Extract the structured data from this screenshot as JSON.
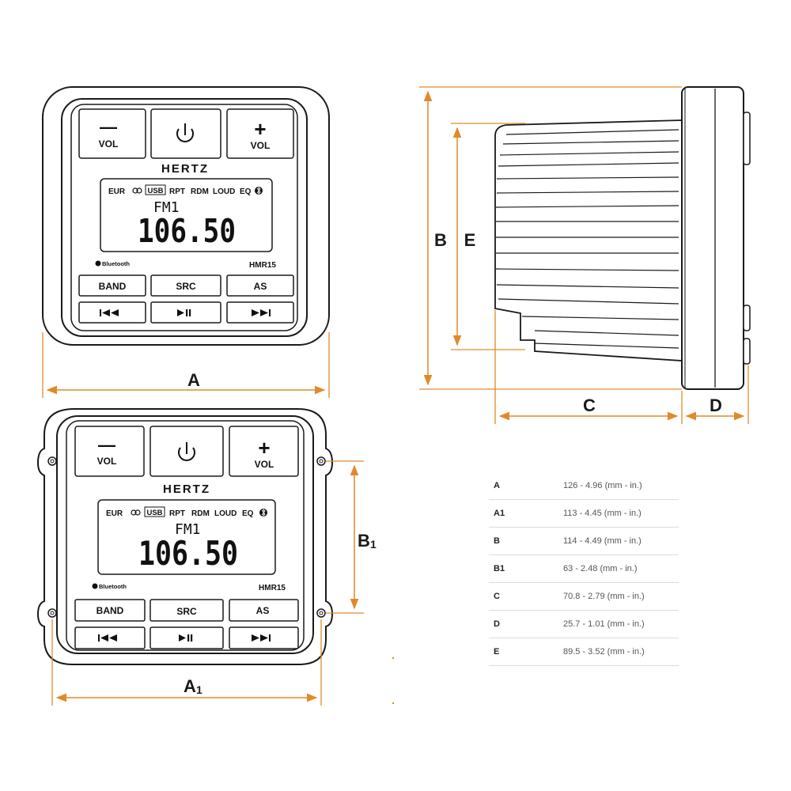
{
  "device": {
    "brand": "HERTZ",
    "model": "HMR15",
    "bluetooth_label": "Bluetooth",
    "buttons": {
      "vol_minus_symbol": "—",
      "vol_plus_symbol": "+",
      "vol_label": "VOL",
      "power_icon": "power-icon",
      "band": "BAND",
      "src": "SRC",
      "as": "AS",
      "prev_icon": "skip-previous-icon",
      "playpause_icon": "play-pause-icon",
      "next_icon": "skip-next-icon"
    },
    "lcd": {
      "indicators": [
        "EUR",
        "USB",
        "RPT",
        "RDM",
        "LOUD",
        "EQ"
      ],
      "band": "FM1",
      "frequency": "106.50"
    }
  },
  "dimension_labels": {
    "A": "A",
    "A1": "A",
    "A1_sub": "1",
    "B": "B",
    "B1": "B",
    "B1_sub": "1",
    "C": "C",
    "D": "D",
    "E": "E"
  },
  "colors": {
    "dimension_line": "#e08a2c",
    "outline": "#1a1a1a"
  },
  "specs": [
    {
      "key": "A",
      "value": "126 - 4.96 (mm - in.)"
    },
    {
      "key": "A1",
      "value": "113 - 4.45 (mm - in.)"
    },
    {
      "key": "B",
      "value": "114 - 4.49 (mm - in.)"
    },
    {
      "key": "B1",
      "value": "63 - 2.48 (mm - in.)"
    },
    {
      "key": "C",
      "value": "70.8 - 2.79 (mm - in.)"
    },
    {
      "key": "D",
      "value": "25.7 - 1.01 (mm - in.)"
    },
    {
      "key": "E",
      "value": "89.5 - 3.52 (mm - in.)"
    }
  ]
}
